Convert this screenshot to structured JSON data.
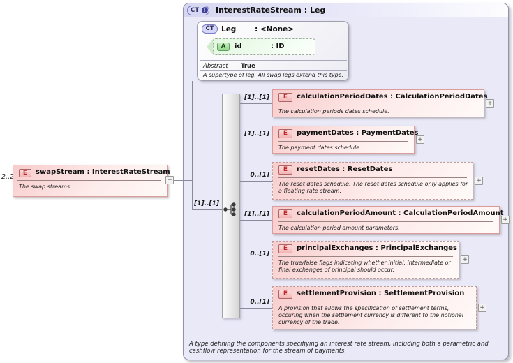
{
  "colors": {
    "panel_fill": "#e9e9f8",
    "panel_border": "#9191ac",
    "element_fill": "#f8cbcb",
    "element_border_required": "#dc9c9c",
    "element_border_optional": "#bd9c9c",
    "attribute_fill": "#e2f8e0",
    "ct_badge_fill": "#d6d6f6",
    "e_badge_fill": "#f2b6b6",
    "a_badge_fill": "#94d68c",
    "connector": "#8a8a9a"
  },
  "root": {
    "badge": "CT",
    "badge_plus": "+",
    "title": "InterestRateStream : Leg",
    "annotation": "A type defining the components specifiying an interest rate stream, including both a parametric and cashflow representation for the stream of payments."
  },
  "base": {
    "badge": "CT",
    "name": "Leg",
    "type": ": <None>",
    "attribute": {
      "badge": "A",
      "name": "id",
      "type": ": ID"
    },
    "facet_name": "Abstract",
    "facet_value": "True",
    "annotation": "A supertype of leg. All swap legs extend this type."
  },
  "source": {
    "cardinality": "2..2",
    "badge": "E",
    "title": "swapStream : InterestRateStream",
    "annotation": "The swap streams.",
    "toggle": "−"
  },
  "sequence": {
    "cardinality": "[1]..[1]",
    "icon": "sequence-icon"
  },
  "children": [
    {
      "cardinality": "[1]..[1]",
      "badge": "E",
      "title": "calculationPeriodDates : CalculationPeriodDates",
      "annotation": "The calculation periods dates schedule.",
      "expander": "+"
    },
    {
      "cardinality": "[1]..[1]",
      "badge": "E",
      "title": "paymentDates : PaymentDates",
      "annotation": "The payment dates schedule.",
      "expander": "+"
    },
    {
      "cardinality": "0..[1]",
      "badge": "E",
      "title": "resetDates : ResetDates",
      "annotation": "The reset dates schedule. The reset dates schedule only applies for a floating rate stream.",
      "expander": "+"
    },
    {
      "cardinality": "[1]..[1]",
      "badge": "E",
      "title": "calculationPeriodAmount : CalculationPeriodAmount",
      "annotation": "The calculation period amount parameters.",
      "expander": "+"
    },
    {
      "cardinality": "0..[1]",
      "badge": "E",
      "title": "principalExchanges : PrincipalExchanges",
      "annotation": "The true/false flags indicating whether initial, intermediate or final exchanges of principal should occur.",
      "expander": "+"
    },
    {
      "cardinality": "0..[1]",
      "badge": "E",
      "title": "settlementProvision : SettlementProvision",
      "annotation": "A provision that allows the specification of settlement terms, occuring when the settlement currency is different to the notional currency of the trade.",
      "expander": "+"
    }
  ]
}
